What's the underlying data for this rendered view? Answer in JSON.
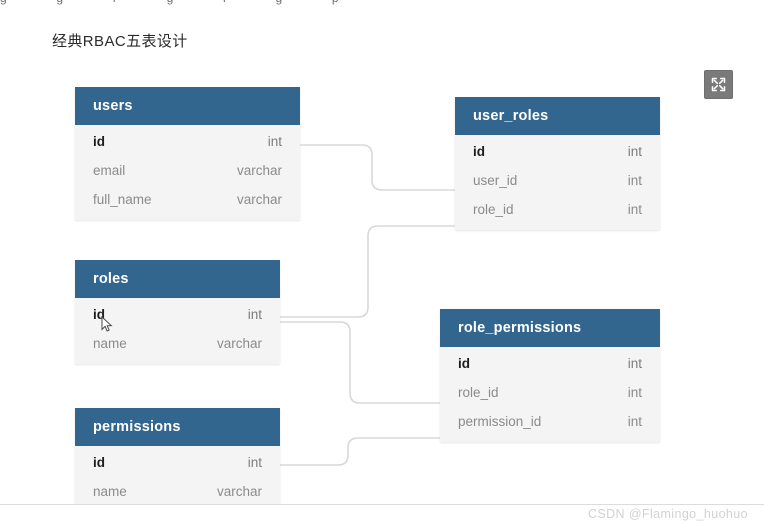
{
  "page": {
    "title": "经典RBAC五表设计",
    "watermark": "CSDN @Flamingo_huohuo",
    "header_color": "#33668f",
    "row_bg_color": "#f4f4f4",
    "connector_color": "#d8d8d8",
    "clipped_top_text": [
      "g",
      "g",
      "r",
      "g",
      "i",
      "g",
      "p"
    ]
  },
  "toolbar": {
    "fullscreen_label": "fullscreen-icon"
  },
  "diagram": {
    "type": "er-diagram",
    "entities": [
      {
        "name": "users",
        "columns": [
          {
            "name": "id",
            "type": "int",
            "pk": true
          },
          {
            "name": "email",
            "type": "varchar",
            "pk": false
          },
          {
            "name": "full_name",
            "type": "varchar",
            "pk": false
          }
        ]
      },
      {
        "name": "roles",
        "columns": [
          {
            "name": "id",
            "type": "int",
            "pk": true
          },
          {
            "name": "name",
            "type": "varchar",
            "pk": false
          }
        ]
      },
      {
        "name": "permissions",
        "columns": [
          {
            "name": "id",
            "type": "int",
            "pk": true
          },
          {
            "name": "name",
            "type": "varchar",
            "pk": false
          }
        ]
      },
      {
        "name": "user_roles",
        "columns": [
          {
            "name": "id",
            "type": "int",
            "pk": true
          },
          {
            "name": "user_id",
            "type": "int",
            "pk": false
          },
          {
            "name": "role_id",
            "type": "int",
            "pk": false
          }
        ]
      },
      {
        "name": "role_permissions",
        "columns": [
          {
            "name": "id",
            "type": "int",
            "pk": true
          },
          {
            "name": "role_id",
            "type": "int",
            "pk": false
          },
          {
            "name": "permission_id",
            "type": "int",
            "pk": false
          }
        ]
      }
    ],
    "relations": [
      {
        "from": "users.id",
        "to": "user_roles.user_id"
      },
      {
        "from": "roles.id",
        "to": "user_roles.role_id"
      },
      {
        "from": "roles.id",
        "to": "role_permissions.role_id"
      },
      {
        "from": "permissions.id",
        "to": "role_permissions.permission_id"
      }
    ]
  }
}
